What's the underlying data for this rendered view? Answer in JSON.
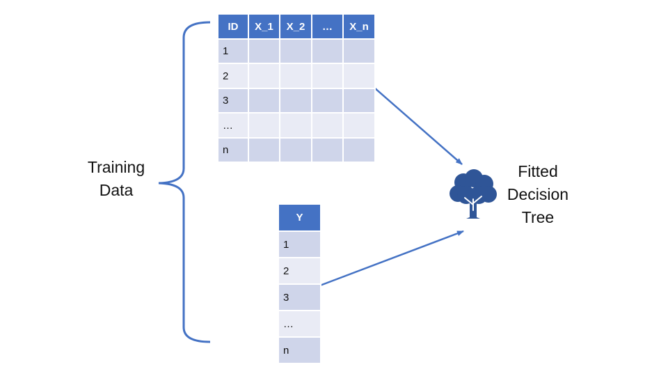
{
  "features_table": {
    "headers": [
      "ID",
      "X_1",
      "X_2",
      "…",
      "X_n"
    ],
    "rows": [
      "1",
      "2",
      "3",
      "…",
      "n"
    ]
  },
  "target_table": {
    "header": "Y",
    "rows": [
      "1",
      "2",
      "3",
      "…",
      "n"
    ]
  },
  "training_label": [
    "Training",
    "Data"
  ],
  "result_label": [
    "Fitted",
    "Decision",
    "Tree"
  ],
  "icon": "tree-icon",
  "colors": {
    "header": "#4472c4",
    "row_dark": "#cfd5ea",
    "row_light": "#e9ebf5",
    "lines": "#4472c4",
    "tree": "#2f5597"
  }
}
